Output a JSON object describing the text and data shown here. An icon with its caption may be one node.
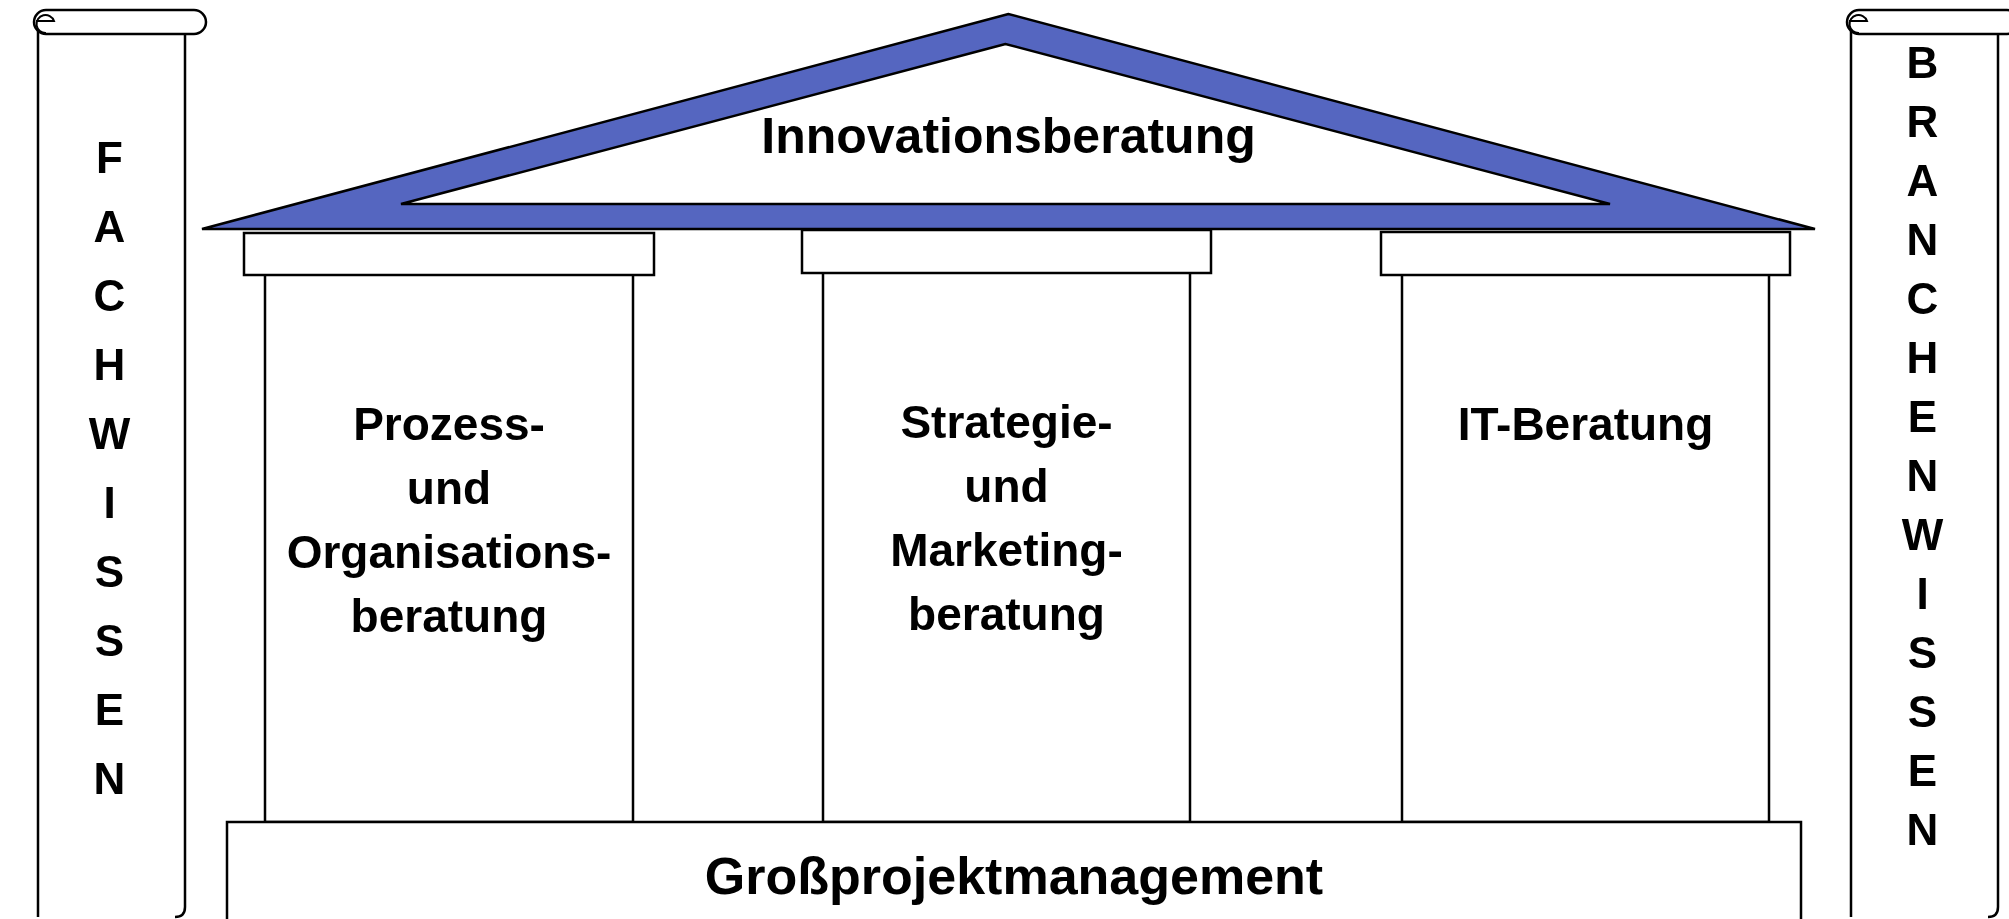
{
  "diagram": {
    "nodes": [
      {
        "text": [
          "FACHWISSEN"
        ]
      },
      {
        "text": [
          "Innovationsberatung"
        ]
      },
      {
        "text": [
          "Prozess- und Organisations- beratung"
        ]
      },
      {
        "text": [
          "Strategie- und Marketing- beratung"
        ]
      },
      {
        "text": [
          "IT-Beratung"
        ]
      },
      {
        "text": [
          "Großprojektmanagement"
        ]
      },
      {
        "text": [
          "BRANCHENWISSEN"
        ]
      }
    ]
  }
}
